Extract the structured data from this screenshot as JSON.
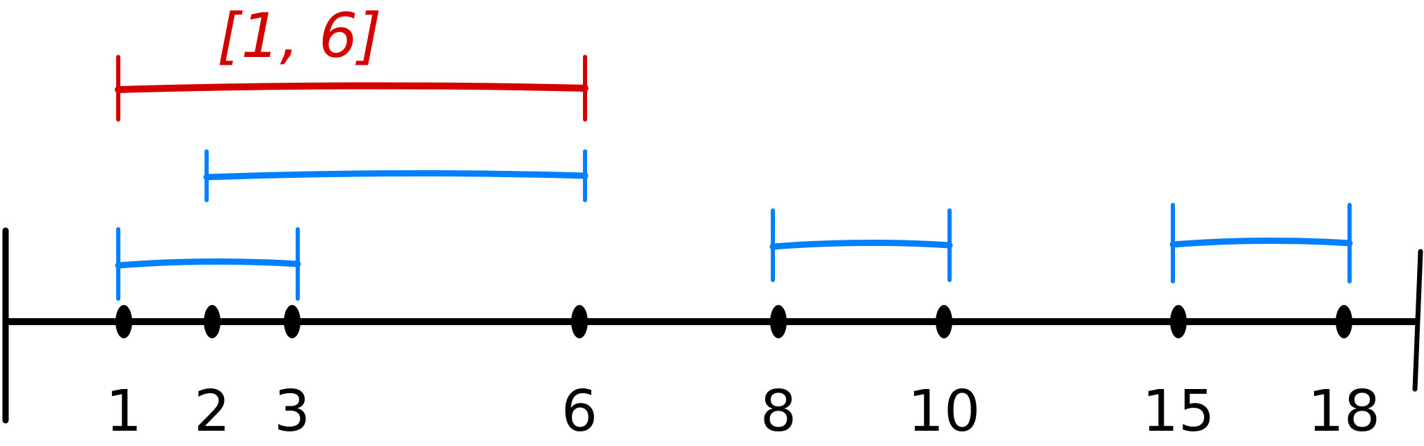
{
  "number_line": {
    "points": [
      {
        "value": 1,
        "label": "1"
      },
      {
        "value": 2,
        "label": "2"
      },
      {
        "value": 3,
        "label": "3"
      },
      {
        "value": 6,
        "label": "6"
      },
      {
        "value": 8,
        "label": "8"
      },
      {
        "value": 10,
        "label": "10"
      },
      {
        "value": 15,
        "label": "15"
      },
      {
        "value": 18,
        "label": "18"
      }
    ],
    "color": "#000000"
  },
  "intervals": [
    {
      "start": 1,
      "end": 6,
      "color": "#d40000",
      "label": "[1, 6]"
    },
    {
      "start": 2,
      "end": 6,
      "color": "#0080ff"
    },
    {
      "start": 1,
      "end": 3,
      "color": "#0080ff"
    },
    {
      "start": 8,
      "end": 10,
      "color": "#0080ff"
    },
    {
      "start": 15,
      "end": 18,
      "color": "#0080ff"
    }
  ]
}
